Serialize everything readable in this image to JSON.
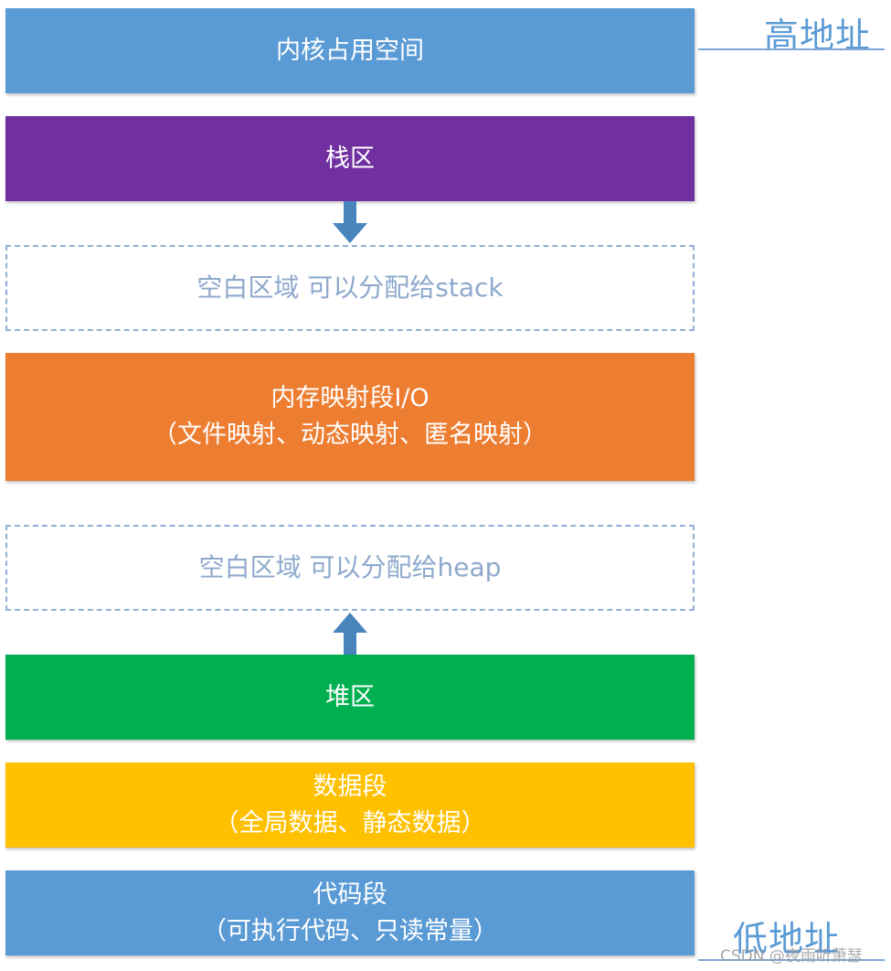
{
  "segments": {
    "kernel": {
      "line1": "内核占用空间"
    },
    "stack": {
      "line1": "栈区"
    },
    "free_stack": {
      "line1": "空白区域 可以分配给stack"
    },
    "mmap": {
      "line1": "内存映射段I/O",
      "line2": "（文件映射、动态映射、匿名映射）"
    },
    "free_heap": {
      "line1": "空白区域 可以分配给heap"
    },
    "heap": {
      "line1": "堆区"
    },
    "data": {
      "line1": "数据段",
      "line2": "（全局数据、静态数据）"
    },
    "code": {
      "line1": "代码段",
      "line2": "（可执行代码、只读常量）"
    }
  },
  "labels": {
    "high_address": "高地址",
    "low_address": "低地址"
  },
  "watermark": "CSDN @夜雨听萧瑟",
  "colors": {
    "kernel": "#5b9bd5",
    "stack": "#7030a0",
    "mmap": "#ed7d31",
    "heap": "#00b050",
    "data": "#ffc000",
    "code": "#5b9bd5",
    "arrow": "#4a84bd",
    "free_border": "#8fb0d8",
    "free_text": "#8ea9cc"
  }
}
